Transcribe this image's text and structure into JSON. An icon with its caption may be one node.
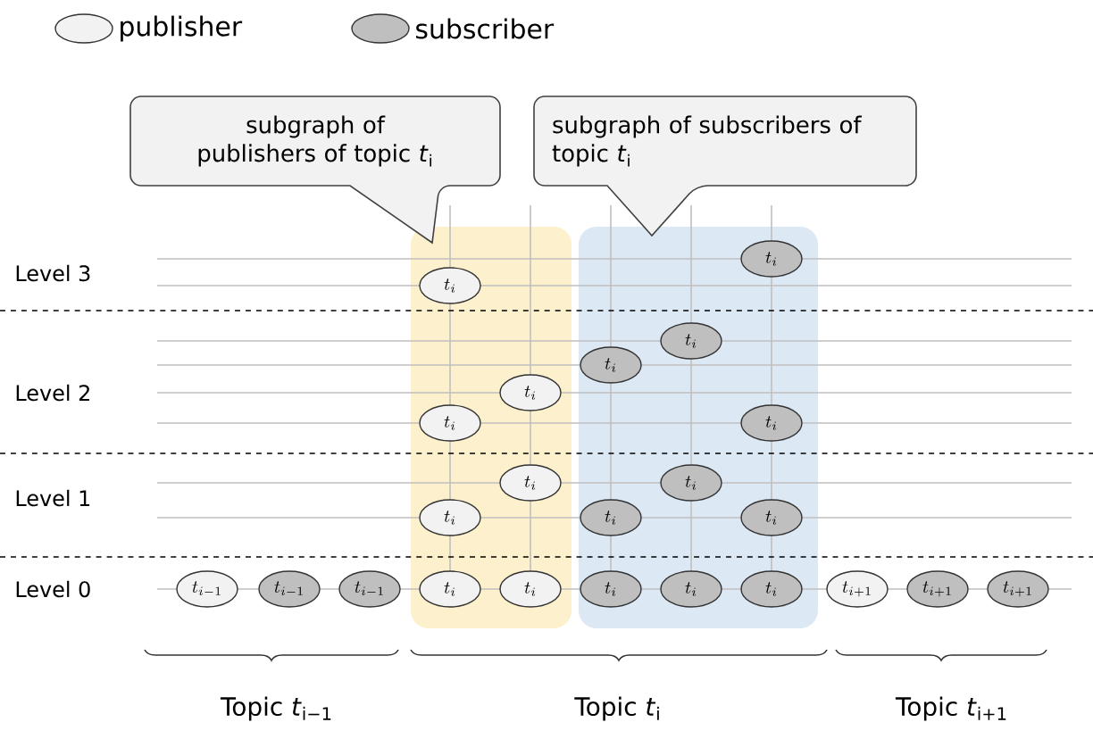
{
  "diagram": {
    "nodes": [
      {
        "text": [
          "subgraph of publishers of topic *t*$_{i}$"
        ]
      },
      {
        "text": [
          "subgraph of subscribers of topic *t*$_{i}$"
        ]
      },
      {
        "text": [],
        "shape": "box"
      },
      {
        "text": [],
        "shape": "box"
      },
      {
        "text": [
          "t_{i}"
        ],
        "in": 3
      },
      {
        "text": [
          "t_{i}"
        ],
        "in": 2
      },
      {
        "text": [
          "t_{i}"
        ],
        "in": 3
      },
      {
        "text": [
          "t_{i}"
        ],
        "in": 3
      },
      {
        "text": [
          "t_{i}"
        ],
        "in": 2
      },
      {
        "text": [
          "t_{i}"
        ],
        "in": 2
      },
      {
        "text": [
          "t_{i}"
        ],
        "in": 3
      },
      {
        "text": [
          "t_{i}"
        ],
        "in": 2
      },
      {
        "text": [
          "t_{i}"
        ],
        "in": 3
      },
      {
        "text": [
          "t_{i}"
        ],
        "in": 2
      },
      {
        "text": [
          "t_{i}"
        ],
        "in": 3
      },
      {
        "text": [
          "t_{i}"
        ],
        "in": 3
      },
      {
        "text": [
          "t_{i-1}"
        ]
      },
      {
        "text": [
          "t_{i-1}"
        ]
      },
      {
        "text": [
          "t_{i-1}"
        ]
      },
      {
        "text": [
          "t_{i}"
        ],
        "in": 2
      },
      {
        "text": [
          "t_{i}"
        ],
        "in": 2
      },
      {
        "text": [
          "t_{i}"
        ],
        "in": 3
      },
      {
        "text": [
          "t_{i}"
        ],
        "in": 3
      },
      {
        "text": [
          "t_{i}"
        ],
        "in": 3
      },
      {
        "text": [
          "t_{i+1}"
        ]
      },
      {
        "text": [
          "t_{i+1}"
        ]
      },
      {
        "text": [
          "t_{i+1}"
        ]
      }
    ],
    "labels": [
      "Level 3",
      "Level 2",
      "Level 1",
      "Level 0",
      "Topic *t*$_{i−1}$",
      "Topic *t*$_{i}$",
      "Topic *t*$_{i+1}$"
    ],
    "legend": [
      {
        "text": "publisher",
        "color": "#f2f2f2"
      },
      {
        "text": "subscriber",
        "color": "#bfbfbf"
      }
    ]
  }
}
